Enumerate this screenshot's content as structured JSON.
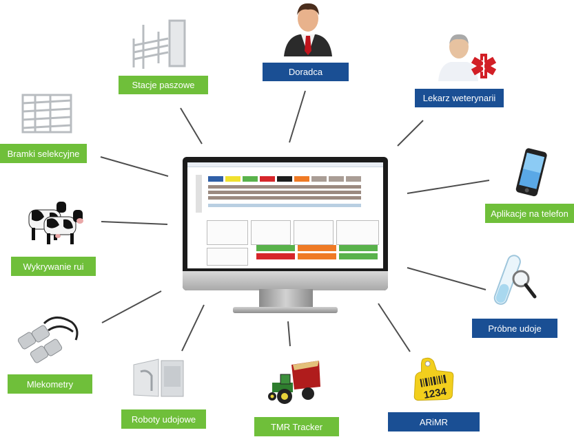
{
  "nodes": {
    "doradca": "Doradca",
    "stacje_paszowe": "Stacje paszowe",
    "lekarz_weterynarii": "Lekarz weterynarii",
    "bramki_selekcyjne": "Bramki selekcyjne",
    "aplikacje_na_telefon": "Aplikacje na telefon",
    "wykrywanie_rui": "Wykrywanie rui",
    "probne_udoje": "Próbne udoje",
    "mlekometry": "Mlekometry",
    "roboty_udojowe": "Roboty udojowe",
    "tmr_tracker": "TMR Tracker",
    "arimr": "ARiMR"
  },
  "ear_tag_number": "1234",
  "colors": {
    "green": "#6fbf3a",
    "blue": "#1a4f94",
    "line": "#4d4d4d"
  },
  "icons": {
    "doradca": "businessman-icon",
    "stacje_paszowe": "feeding-station-icon",
    "lekarz_weterynarii": "veterinarian-icon",
    "bramki_selekcyjne": "selection-gate-icon",
    "aplikacje_na_telefon": "smartphone-icon",
    "wykrywanie_rui": "cows-icon",
    "probne_udoje": "test-tube-icon",
    "mlekometry": "milk-meter-icon",
    "roboty_udojowe": "milking-robot-icon",
    "tmr_tracker": "tractor-wagon-icon",
    "arimr": "ear-tag-icon"
  }
}
